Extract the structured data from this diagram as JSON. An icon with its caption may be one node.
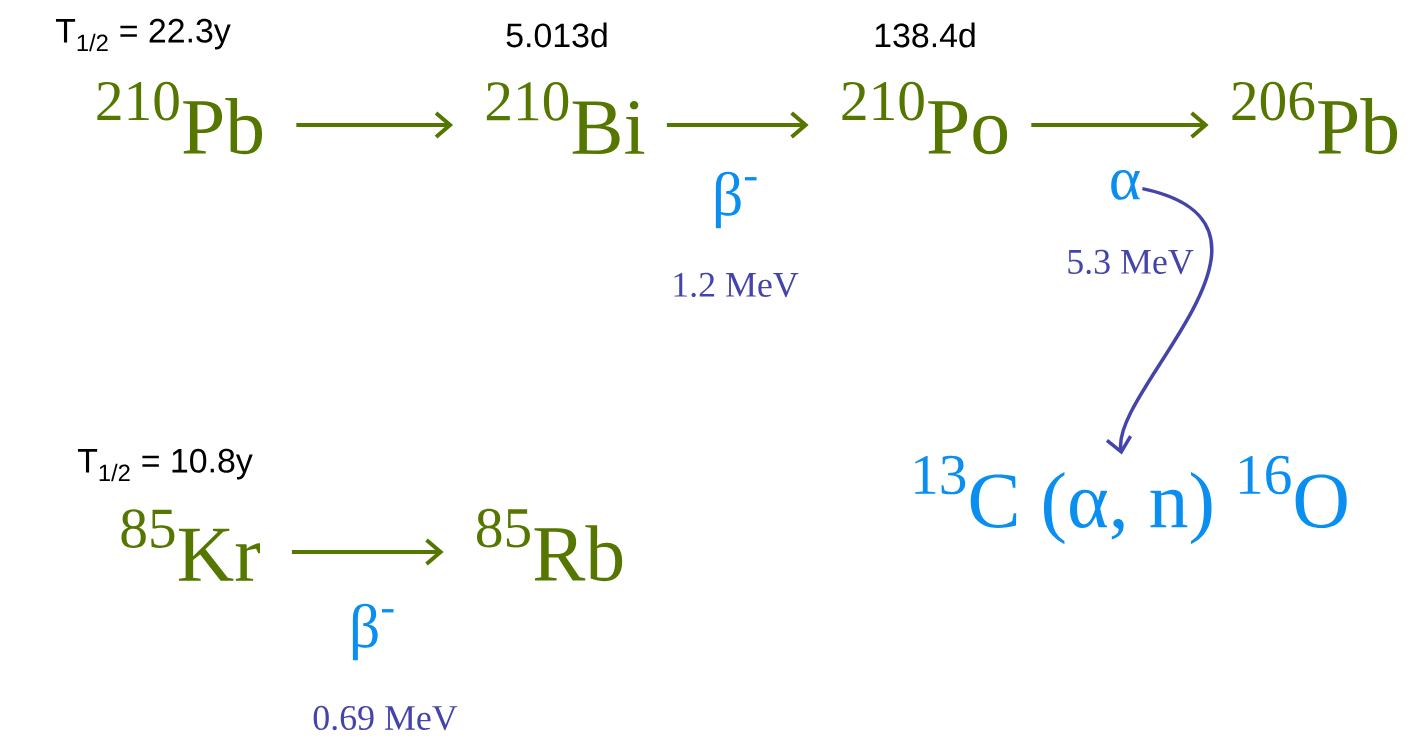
{
  "diagram": {
    "nodes": [
      {
        "text": [
          "$^{210}$Pb"
        ],
        "beside": [
          "T$_{1/2}$ = 22.3y"
        ]
      },
      {
        "text": [
          "$^{210}$Bi"
        ],
        "beside": [
          "5.013d"
        ]
      },
      {
        "text": [
          "$^{210}$Po"
        ],
        "beside": [
          "138.4d"
        ]
      },
      {
        "text": [
          "$^{206}$Pb"
        ]
      },
      {
        "text": [
          "α"
        ],
        "beside": [
          "5.3 MeV"
        ]
      },
      {
        "text": [
          "$^{13}$C (α, n) $^{16}$O"
        ]
      },
      {
        "text": [
          "$^{85}$Kr"
        ],
        "beside": [
          "T$_{1/2}$ = 10.8y"
        ]
      },
      {
        "text": [
          "$^{85}$Rb"
        ]
      }
    ],
    "edges": [
      {
        "from": 0,
        "to": 1,
        "arrow": "to"
      },
      {
        "from": 1,
        "to": 2,
        "arrow": "to"
      },
      {
        "from": 2,
        "to": 3,
        "arrow": "to"
      },
      {
        "from": 4,
        "to": 5,
        "arrow": "to",
        "color": "#4444aa"
      },
      {
        "from": 6,
        "to": 7,
        "arrow": "to"
      }
    ],
    "labels": [
      "β$^{-}$",
      "1.2 MeV",
      "β$^{-}$",
      "0.69 MeV"
    ]
  }
}
